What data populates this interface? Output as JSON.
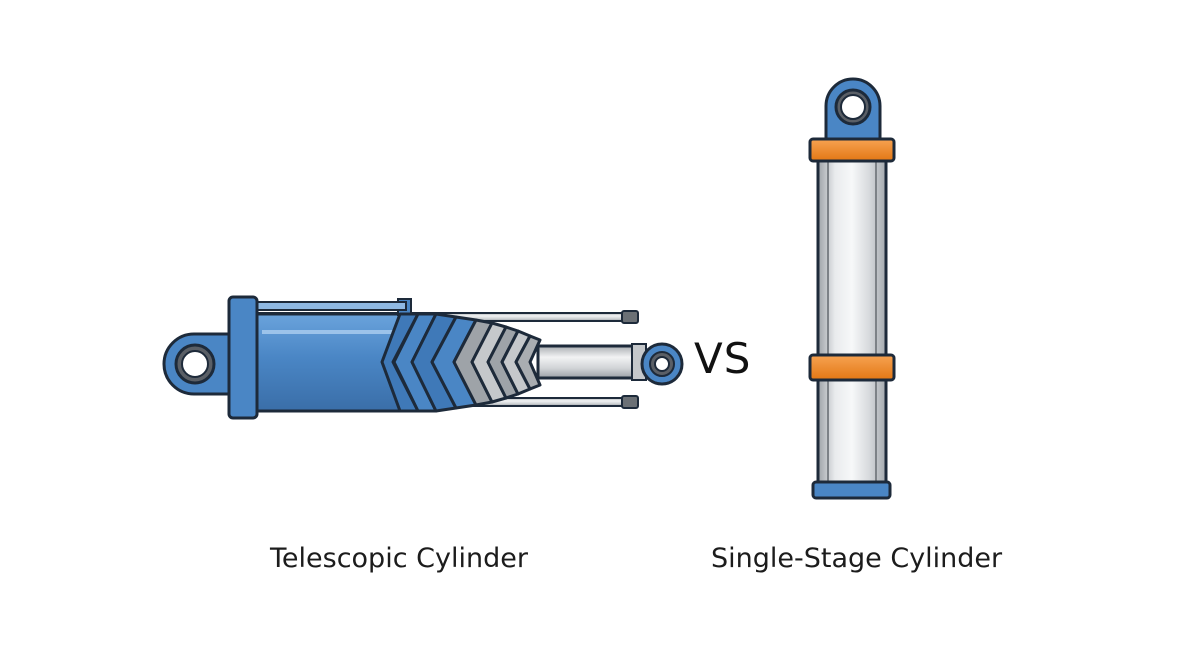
{
  "labels": {
    "comparison": "VS",
    "left_caption": "Telescopic Cylinder",
    "right_caption": "Single-Stage Cylinder"
  },
  "colors": {
    "body_blue": "#4a86c5",
    "outline": "#1d2a3a",
    "ring_orange": "#f08a24",
    "rod_silver": "#d3d6d9",
    "stage_gray": "#b5b8bb"
  }
}
